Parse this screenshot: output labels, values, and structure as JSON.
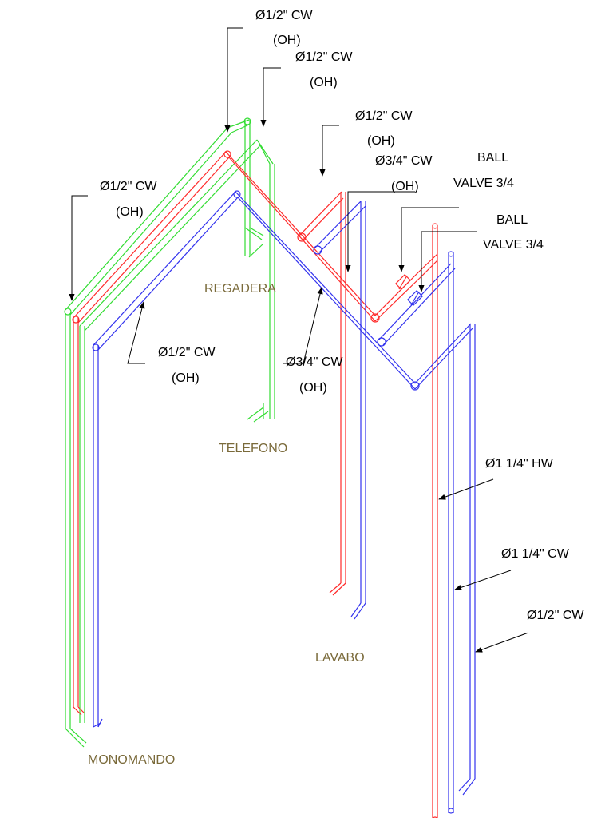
{
  "colors": {
    "hot_pipe": "#ff2a2a",
    "cold_pipe_blue": "#3333ee",
    "cold_pipe_green": "#33dd33",
    "fixture_label": "#7a6a3a",
    "leader": "#000000"
  },
  "pipe_labels": {
    "green_top_a": [
      "Ø1/2\" CW",
      "(OH)"
    ],
    "green_top_b": [
      "Ø1/2\" CW",
      "(OH)"
    ],
    "green_left": [
      "Ø1/2\" CW",
      "(OH)"
    ],
    "red_mid": [
      "Ø1/2\" CW",
      "(OH)"
    ],
    "blue_mid": [
      "Ø3/4\" CW",
      "(OH)"
    ],
    "blue_left": [
      "Ø1/2\" CW",
      "(OH)"
    ],
    "blue_center": [
      "Ø3/4\" CW",
      "(OH)"
    ],
    "riser_hw": "Ø1 1/4\" HW",
    "riser_cw": "Ø1 1/4\" CW",
    "riser_half_cw": "Ø1/2\" CW"
  },
  "valves": {
    "valve_a": [
      "BALL",
      "VALVE 3/4"
    ],
    "valve_b": [
      "BALL",
      "VALVE 3/4"
    ]
  },
  "fixtures": {
    "regadera": "REGADERA",
    "telefono": "TELEFONO",
    "lavabo": "LAVABO",
    "monomando": "MONOMANDO"
  }
}
